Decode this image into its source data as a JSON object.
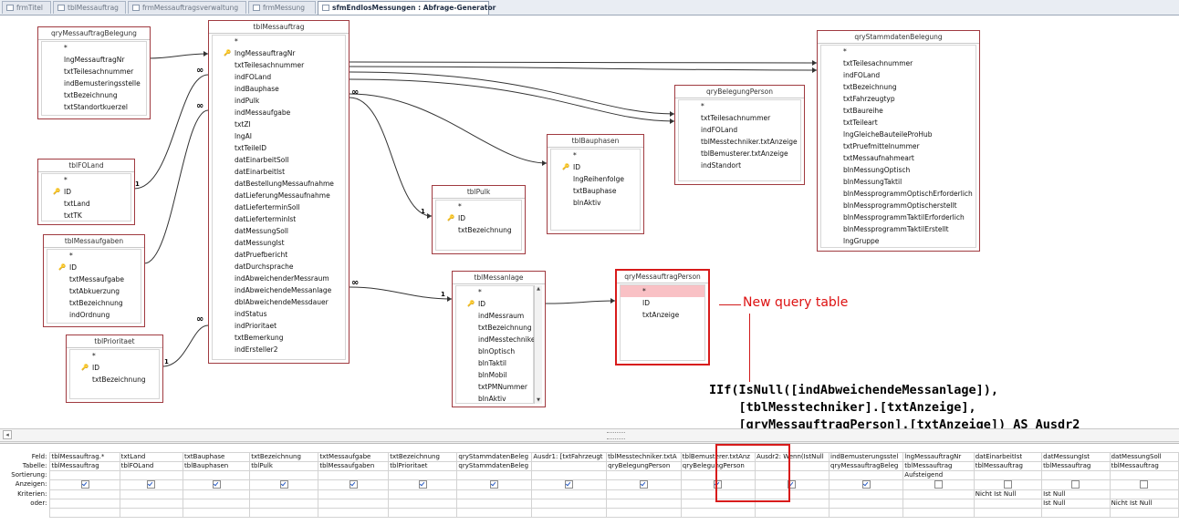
{
  "tabs": [
    {
      "label": "frmTitel"
    },
    {
      "label": "tblMessauftrag"
    },
    {
      "label": "frmMessauftragsverwaltung"
    },
    {
      "label": "frmMessung"
    },
    {
      "label": "sfmEndlosMessungen : Abfrage-Generator"
    }
  ],
  "tables": {
    "qryMessauftragBelegung": {
      "title": "qryMessauftragBelegung",
      "fields": [
        "*",
        "lngMessauftragNr",
        "txtTeilesachnummer",
        "indBemusteringsstelle",
        "txtBezeichnung",
        "txtStandortkuerzel"
      ]
    },
    "tblFOLand": {
      "title": "tblFOLand",
      "fields": [
        "*",
        "ID",
        "txtLand",
        "txtTK"
      ]
    },
    "tblMessaufgaben": {
      "title": "tblMessaufgaben",
      "fields": [
        "*",
        "ID",
        "txtMessaufgabe",
        "txtAbkuerzung",
        "txtBezeichnung",
        "indOrdnung"
      ]
    },
    "tblPrioritaet": {
      "title": "tblPrioritaet",
      "fields": [
        "*",
        "ID",
        "txtBezeichnung"
      ]
    },
    "tblMessauftrag": {
      "title": "tblMessauftrag",
      "fields": [
        "*",
        "lngMessauftragNr",
        "txtTeilesachnummer",
        "indFOLand",
        "indBauphase",
        "indPulk",
        "indMessaufgabe",
        "txtZI",
        "lngAI",
        "txtTeileID",
        "datEinarbeitSoll",
        "datEinarbeitIst",
        "datBestellungMessaufnahme",
        "datLieferungMessaufnahme",
        "datLieferterminSoll",
        "datLieferterminIst",
        "datMessungSoll",
        "datMessungIst",
        "datPruefbericht",
        "datDurchsprache",
        "indAbweichenderMessraum",
        "indAbweichendeMessanlage",
        "dblAbweichendeMessdauer",
        "indStatus",
        "indPrioritaet",
        "txtBemerkung",
        "indErsteller2"
      ]
    },
    "tblPulk": {
      "title": "tblPulk",
      "fields": [
        "*",
        "ID",
        "txtBezeichnung"
      ]
    },
    "tblBauphasen": {
      "title": "tblBauphasen",
      "fields": [
        "*",
        "ID",
        "lngReihenfolge",
        "txtBauphase",
        "blnAktiv"
      ]
    },
    "qryBelegungPerson": {
      "title": "qryBelegungPerson",
      "fields": [
        "*",
        "txtTeilesachnummer",
        "indFOLand",
        "tblMesstechniker.txtAnzeige",
        "tblBemusterer.txtAnzeige",
        "indStandort"
      ]
    },
    "tblMessanlage": {
      "title": "tblMessanlage",
      "fields": [
        "*",
        "ID",
        "indMessraum",
        "txtBezeichnung",
        "indMesstechnike",
        "blnOptisch",
        "blnTaktil",
        "blnMobil",
        "txtPMNummer",
        "blnAktiv"
      ]
    },
    "qryMessauftragPerson": {
      "title": "qryMessauftragPerson",
      "fields": [
        "*",
        "ID",
        "txtAnzeige"
      ]
    },
    "qryStammdatenBelegung": {
      "title": "qryStammdatenBelegung",
      "fields": [
        "*",
        "txtTeilesachnummer",
        "indFOLand",
        "txtBezeichnung",
        "txtFahrzeugtyp",
        "txtBaureihe",
        "txtTeileart",
        "lngGleicheBauteileProHub",
        "txtPruefmittelnummer",
        "txtMessaufnahmeart",
        "blnMessungOptisch",
        "blnMessungTaktil",
        "blnMessprogrammOptischErforderlich",
        "blnMessprogrammOptischerstellt",
        "blnMessprogrammTaktilErforderlich",
        "blnMessprogrammTaktilErstellt",
        "lngGruppe"
      ]
    }
  },
  "annotation": {
    "label": "New query table",
    "formula_line1": "IIf(IsNull([indAbweichendeMessanlage]),",
    "formula_line2": "    [tblMesstechniker].[txtAnzeige],",
    "formula_line3": "    [qryMessauftragPerson].[txtAnzeige]) AS Ausdr2",
    "accent": "#d11a1a"
  },
  "grid": {
    "row_labels": [
      "Feld:",
      "Tabelle:",
      "Sortierung:",
      "Anzeigen:",
      "Kriterien:",
      "oder:"
    ],
    "columns": [
      {
        "feld": "tblMessauftrag.*",
        "tabelle": "tblMessauftrag",
        "sort": "",
        "show": true,
        "krit": "",
        "oder": ""
      },
      {
        "feld": "txtLand",
        "tabelle": "tblFOLand",
        "sort": "",
        "show": true,
        "krit": "",
        "oder": ""
      },
      {
        "feld": "txtBauphase",
        "tabelle": "tblBauphasen",
        "sort": "",
        "show": true,
        "krit": "",
        "oder": ""
      },
      {
        "feld": "txtBezeichnung",
        "tabelle": "tblPulk",
        "sort": "",
        "show": true,
        "krit": "",
        "oder": ""
      },
      {
        "feld": "txtMessaufgabe",
        "tabelle": "tblMessaufgaben",
        "sort": "",
        "show": true,
        "krit": "",
        "oder": ""
      },
      {
        "feld": "txtBezeichnung",
        "tabelle": "tblPrioritaet",
        "sort": "",
        "show": true,
        "krit": "",
        "oder": ""
      },
      {
        "feld": "qryStammdatenBeleg",
        "tabelle": "qryStammdatenBeleg",
        "sort": "",
        "show": true,
        "krit": "",
        "oder": ""
      },
      {
        "feld": "Ausdr1: [txtFahrzeugt",
        "tabelle": "",
        "sort": "",
        "show": true,
        "krit": "",
        "oder": ""
      },
      {
        "feld": "tblMesstechniker.txtA",
        "tabelle": "qryBelegungPerson",
        "sort": "",
        "show": true,
        "krit": "",
        "oder": ""
      },
      {
        "feld": "tblBemusterer.txtAnz",
        "tabelle": "qryBelegungPerson",
        "sort": "",
        "show": true,
        "krit": "",
        "oder": ""
      },
      {
        "feld": "Ausdr2: Wenn(IstNull",
        "tabelle": "",
        "sort": "",
        "show": true,
        "krit": "",
        "oder": ""
      },
      {
        "feld": "indBemusterungsstel",
        "tabelle": "qryMessauftragBeleg",
        "sort": "",
        "show": true,
        "krit": "",
        "oder": ""
      },
      {
        "feld": "lngMessauftragNr",
        "tabelle": "tblMessauftrag",
        "sort": "Aufsteigend",
        "show": false,
        "krit": "",
        "oder": ""
      },
      {
        "feld": "datEinarbeitIst",
        "tabelle": "tblMessauftrag",
        "sort": "",
        "show": false,
        "krit": "Nicht Ist Null",
        "oder": ""
      },
      {
        "feld": "datMessungIst",
        "tabelle": "tblMessauftrag",
        "sort": "",
        "show": false,
        "krit": "Ist Null",
        "oder": "Ist Null"
      },
      {
        "feld": "datMessungSoll",
        "tabelle": "tblMessauftrag",
        "sort": "",
        "show": false,
        "krit": "",
        "oder": "Nicht Ist Null"
      }
    ]
  },
  "join_labels": {
    "one": "1",
    "many": "∞"
  }
}
